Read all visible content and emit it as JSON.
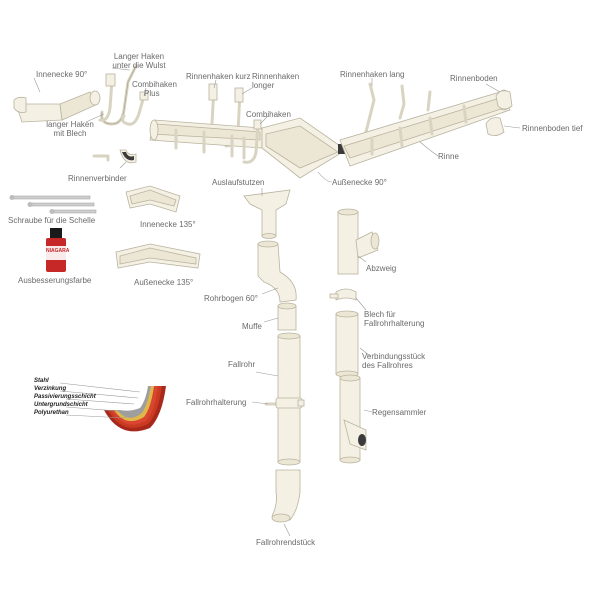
{
  "labels": {
    "innenecke_90": "Innenecke 90°",
    "langer_haken_wulst_1": "Langer Haken",
    "langer_haken_wulst_2": "unter die Wulst",
    "combihaken_plus_1": "Combihaken",
    "combihaken_plus_2": "Plus",
    "rinnenhaken_kurz": "Rinnenhaken kurz",
    "rinnenhaken_longer_1": "Rinnenhaken",
    "rinnenhaken_longer_2": "longer",
    "rinnenhaken_lang": "Rinnenhaken lang",
    "rinnenboden": "Rinnenboden",
    "langer_haken_blech_1": "langer Haken",
    "langer_haken_blech_2": "mit Blech",
    "combihaken": "Combihaken",
    "rinnenboden_tief": "Rinnenboden tief",
    "rinne": "Rinne",
    "rinnenverbinder": "Rinnenverbinder",
    "auslaufstutzen": "Auslaufstutzen",
    "aussenecke_90": "Außenecke 90°",
    "schraube": "Schraube für die Schelle",
    "innenecke_135": "Innenecke 135°",
    "ausbesserungsfarbe": "Ausbesserungsfarbe",
    "aussenecke_135": "Außenecke 135°",
    "abzweig": "Abzweig",
    "rohrbogen_60": "Rohrbogen 60°",
    "blech_1": "Blech für",
    "blech_2": "Fallrohrhalterung",
    "muffe": "Muffe",
    "verbindung_1": "Verbindungsstück",
    "verbindung_2": "des Fallrohres",
    "fallrohr": "Fallrohr",
    "regensammler": "Regensammler",
    "fallrohrhalterung": "Fallrohrhalterung",
    "fallrohrendstueck": "Fallrohrendstück"
  },
  "layers": [
    "Stahl",
    "Verzinkung",
    "Passivierungsschicht",
    "Untergrundschicht",
    "Polyurethan"
  ],
  "bottle_label": "NIAGARA",
  "colors": {
    "product": "#f4f1e4",
    "layer_zinc": "#e0b84a",
    "layer_passivation": "#d9452f",
    "layer_primer": "#c93a22",
    "layer_polyurethane": "#a8281b",
    "paint_bottle": "#c62828"
  }
}
